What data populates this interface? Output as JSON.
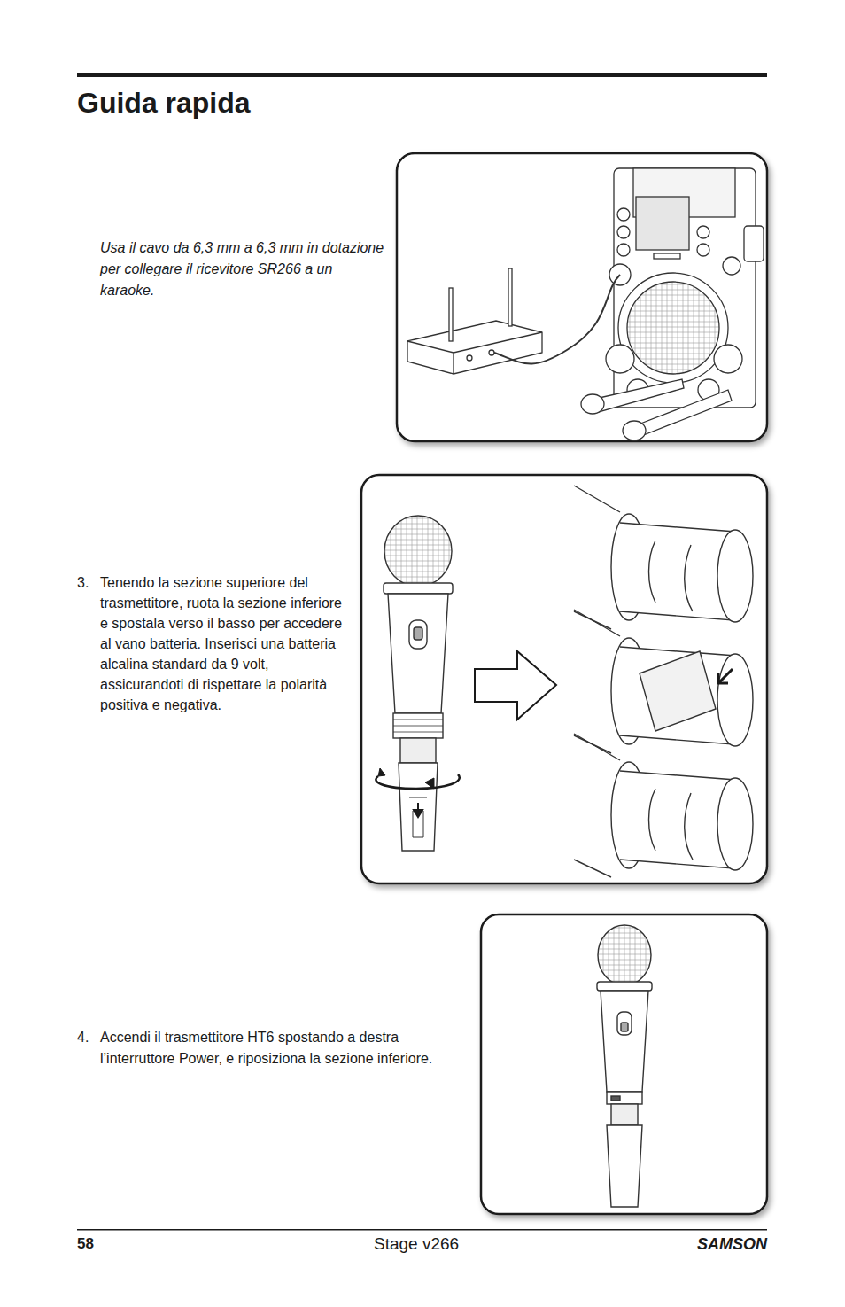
{
  "diagram": {
    "title": "Guida rapida",
    "labels": [
      "Usa il cavo da 6,3 mm a 6,3 mm in dotazione per collegare il ricevitore SR266 a un karaoke.",
      "3.",
      "Tenendo la sezione superiore del trasmettitore, ruota la sezione inferiore e spostala verso il basso per accedere al vano batteria. Inserisci una batteria alcalina standard da 9 volt, assicurandoti di rispettare la polarità positiva e negativa.",
      "4.",
      "Accendi il trasmettitore HT6 spostando a destra l’interruttore Power, e riposiziona la sezione inferiore.",
      "58",
      "Stage v266",
      "SAMSON"
    ]
  }
}
